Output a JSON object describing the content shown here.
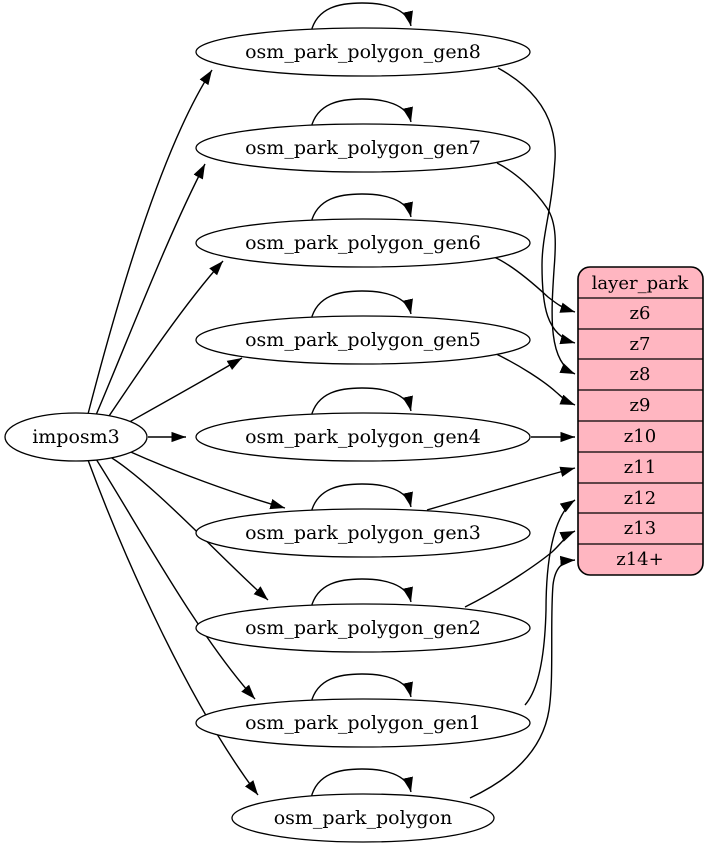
{
  "diagram": {
    "type": "etl-graph",
    "source": {
      "label": "imposm3"
    },
    "tables": [
      {
        "label": "osm_park_polygon_gen8",
        "self_loop": true,
        "feeds": "z7"
      },
      {
        "label": "osm_park_polygon_gen7",
        "self_loop": true,
        "feeds": "z8"
      },
      {
        "label": "osm_park_polygon_gen6",
        "self_loop": true,
        "feeds": "z6"
      },
      {
        "label": "osm_park_polygon_gen5",
        "self_loop": true,
        "feeds": "z9"
      },
      {
        "label": "osm_park_polygon_gen4",
        "self_loop": true,
        "feeds": "z10"
      },
      {
        "label": "osm_park_polygon_gen3",
        "self_loop": true,
        "feeds": "z11"
      },
      {
        "label": "osm_park_polygon_gen2",
        "self_loop": true,
        "feeds": "z13"
      },
      {
        "label": "osm_park_polygon_gen1",
        "self_loop": true,
        "feeds": "z12"
      },
      {
        "label": "osm_park_polygon",
        "self_loop": true,
        "feeds": "z14+"
      }
    ],
    "layer_table": {
      "title": "layer_park",
      "rows": [
        "z6",
        "z7",
        "z8",
        "z9",
        "z10",
        "z11",
        "z12",
        "z13",
        "z14+"
      ]
    },
    "colors": {
      "layer_fill": "#ffb6c1",
      "node_fill": "#ffffff",
      "stroke": "#000000",
      "background": "#ffffff"
    }
  }
}
